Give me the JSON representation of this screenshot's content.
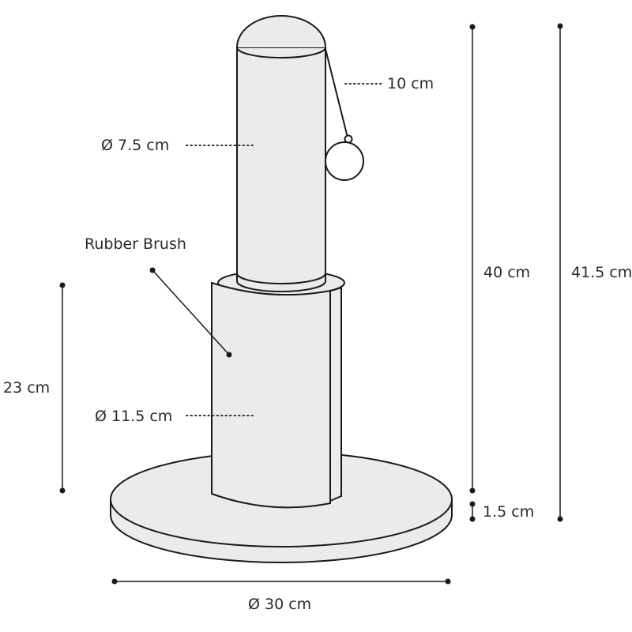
{
  "labels": {
    "ball_cord": "10 cm",
    "post_diameter": "Ø 7.5 cm",
    "rubber_brush": "Rubber Brush",
    "brush_height": "23 cm",
    "brush_diameter": "Ø 11.5 cm",
    "post_height": "40 cm",
    "total_height": "41.5 cm",
    "base_thickness": "1.5 cm",
    "base_diameter": "Ø 30 cm"
  },
  "colors": {
    "line": "#1a1a1a",
    "fill": "#ebebeb",
    "text": "#2a2a2a"
  }
}
